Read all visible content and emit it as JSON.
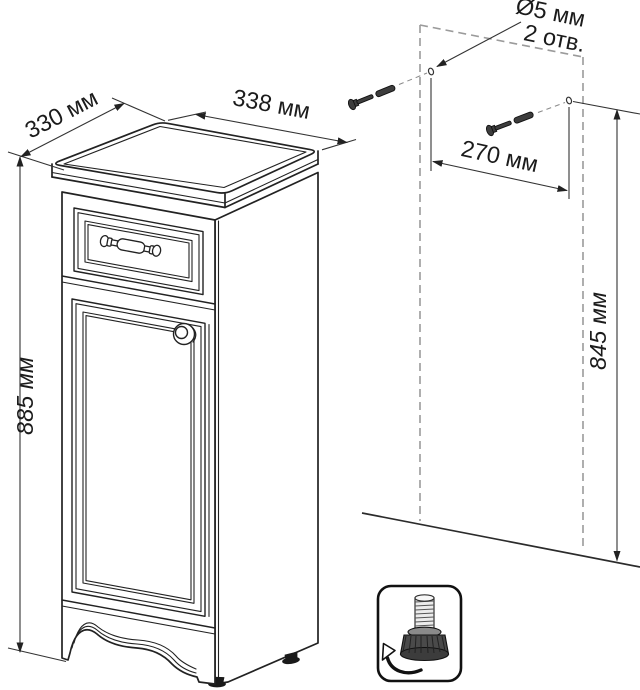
{
  "labels": {
    "depth": "330 мм",
    "width": "338 мм",
    "height": "885 мм",
    "hole_spacing": "270 мм",
    "mount_height": "845 мм",
    "hole_diameter": "Ø5 мм",
    "hole_count": "2 отв."
  },
  "colors": {
    "line": "#222222",
    "dim_line": "#333333",
    "dashed_wall": "#9b9b9b",
    "text": "#1b1b1b",
    "screw_fill": "#3d3d3d",
    "background": "#ffffff"
  }
}
